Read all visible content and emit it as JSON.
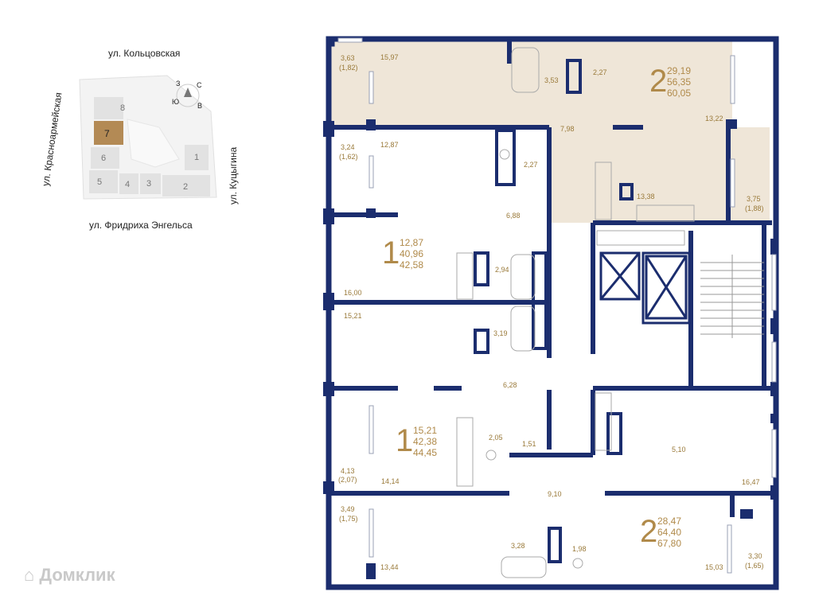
{
  "colors": {
    "wall": "#1b2d6e",
    "highlight": "#efe6d8",
    "accent": "#b08a4a",
    "site_block": "#e4e4e4",
    "selected_block": "#b38a55"
  },
  "site_plan": {
    "streets": {
      "north": "ул. Кольцовская",
      "west": "ул. Красноармейская",
      "east": "ул. Куцыгина",
      "south": "ул. Фридриха Энгельса"
    },
    "compass": {
      "n": "С",
      "s": "Ю",
      "w": "З",
      "e": "В"
    },
    "sections": [
      "8",
      "7",
      "6",
      "5",
      "4",
      "3",
      "2",
      "1"
    ],
    "selected_section": "7"
  },
  "apartments": [
    {
      "rooms": "2",
      "living": "29,19",
      "total": "56,35",
      "total_with_balcony": "60,05"
    },
    {
      "rooms": "1",
      "living": "12,87",
      "total": "40,96",
      "total_with_balcony": "42,58"
    },
    {
      "rooms": "1",
      "living": "15,21",
      "total": "42,38",
      "total_with_balcony": "44,45"
    },
    {
      "rooms": "2",
      "living": "28,47",
      "total": "64,40",
      "total_with_balcony": "67,80"
    }
  ],
  "room_labels": [
    "3,63",
    "(1,82)",
    "15,97",
    "3,53",
    "2,27",
    "7,98",
    "13,22",
    "3,24",
    "(1,62)",
    "12,87",
    "2,27",
    "13,38",
    "3,75",
    "(1,88)",
    "6,88",
    "2,94",
    "16,00",
    "15,21",
    "3,19",
    "6,28",
    "2,05",
    "1,51",
    "4,13",
    "(2,07)",
    "14,14",
    "5,10",
    "9,10",
    "16,47",
    "3,49",
    "(1,75)",
    "3,28",
    "1,98",
    "13,44",
    "15,03",
    "3,30",
    "(1,65)"
  ],
  "watermark": "Домклик"
}
